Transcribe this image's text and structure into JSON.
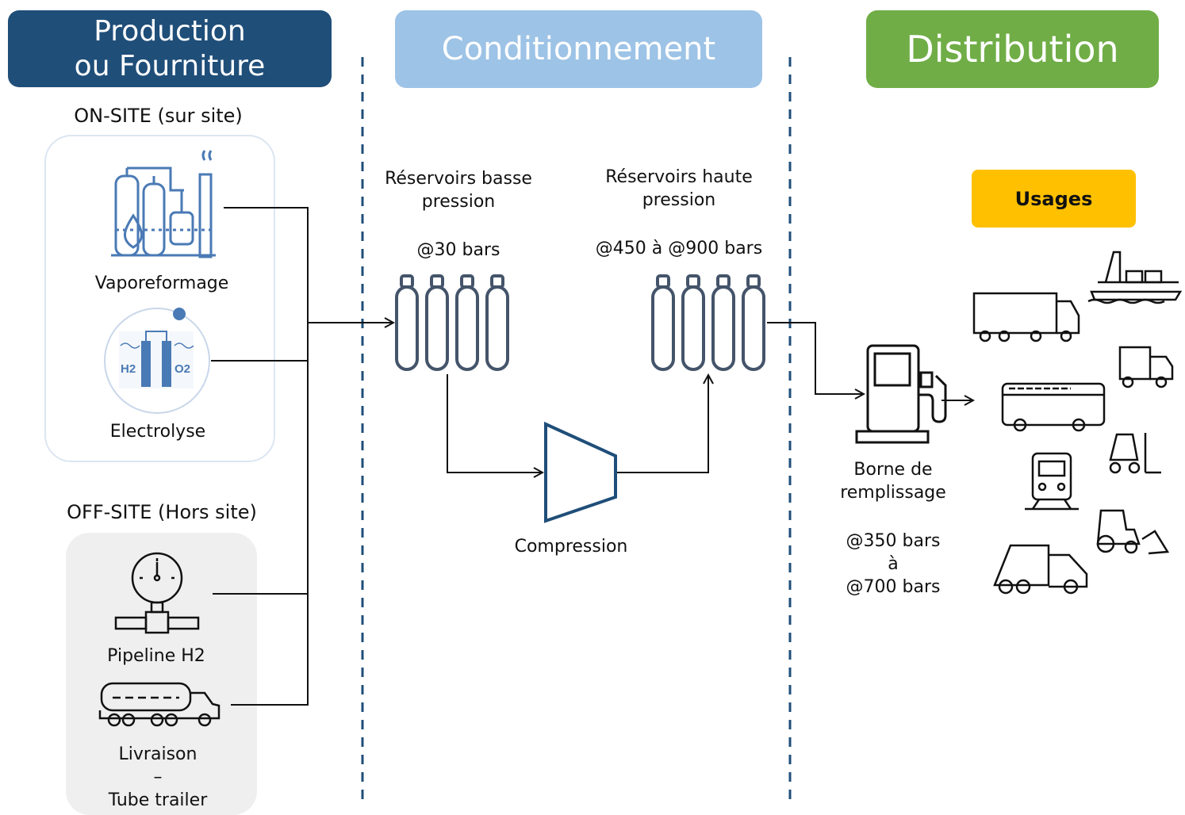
{
  "headers": {
    "production": "Production\nou Fourniture",
    "conditionnement": "Conditionnement",
    "distribution": "Distribution"
  },
  "production": {
    "onsite_title": "ON-SITE (sur site)",
    "offsite_title": "OFF-SITE (Hors site)",
    "vaporeformage": "Vaporeformage",
    "electrolyse": "Electrolyse",
    "electrolyse_icon_text": {
      "h2": "H2",
      "o2": "O2"
    },
    "pipeline": "Pipeline H2",
    "livraison": "Livraison\n–\nTube trailer"
  },
  "conditionnement": {
    "low_tanks_title": "Réservoirs basse\npression",
    "low_tanks_pressure": "@30 bars",
    "high_tanks_title": "Réservoirs haute\npression",
    "high_tanks_pressure": "@450 à @900 bars",
    "compression": "Compression"
  },
  "distribution": {
    "pump_label": "Borne de\nremplissage",
    "pump_pressure": "@350 bars\nà\n@700 bars",
    "usages": "Usages"
  },
  "icons": {
    "vaporeformage": "plant-icon",
    "electrolyse": "electrolyzer-icon",
    "pipeline": "pressure-gauge-pipe-icon",
    "livraison": "tube-trailer-truck-icon",
    "low_tanks": "gas-cylinders-icon",
    "high_tanks": "gas-cylinders-icon",
    "compressor": "compressor-icon",
    "pump": "fuel-pump-icon",
    "usages": [
      "ship-icon",
      "truck-icon",
      "van-icon",
      "bus-icon",
      "forklift-icon",
      "train-icon",
      "tractor-icon",
      "garbage-truck-icon"
    ]
  },
  "colors": {
    "production": "#1f4e79",
    "conditionnement": "#9dc3e6",
    "distribution": "#70ad47",
    "usages": "#ffc000",
    "icon_blue": "#4a7ab5",
    "tank": "#44546a"
  }
}
